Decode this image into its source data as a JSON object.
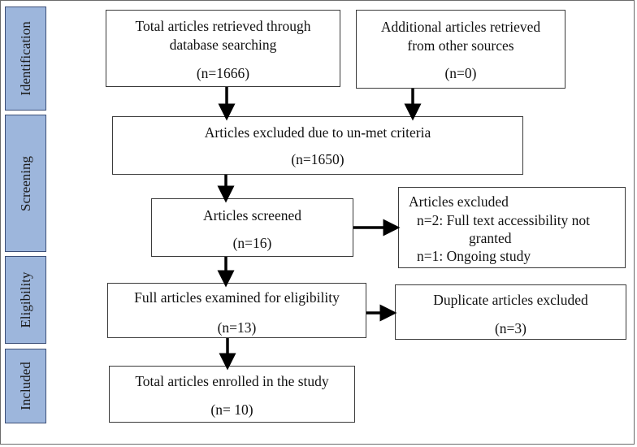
{
  "stages": {
    "identification": "Identification",
    "screening": "Screening",
    "eligibility": "Eligibility",
    "included": "Included"
  },
  "boxes": {
    "retrieved_db": {
      "line1": "Total articles retrieved through",
      "line2": "database searching",
      "count": "(n=1666)"
    },
    "retrieved_other": {
      "line1": "Additional articles retrieved",
      "line2": "from other sources",
      "count": "(n=0)"
    },
    "excluded_criteria": {
      "label": "Articles excluded due to un-met criteria",
      "count": "(n=1650)"
    },
    "screened": {
      "label": "Articles screened",
      "count": "(n=16)"
    },
    "excluded_screen": {
      "title": "Articles excluded",
      "line1": "n=2: Full text accessibility not",
      "line2": "granted",
      "line3": "n=1: Ongoing study"
    },
    "eligibility": {
      "label": "Full articles examined for eligibility",
      "count": "(n=13)"
    },
    "duplicates": {
      "label": "Duplicate articles excluded",
      "count": "(n=3)"
    },
    "enrolled": {
      "label": "Total articles enrolled in the study",
      "count": "(n= 10)"
    }
  },
  "colors": {
    "stage_fill": "#9db6dc",
    "stage_border": "#3c4f78",
    "box_border": "#3a3a3a",
    "arrow": "#000000"
  }
}
